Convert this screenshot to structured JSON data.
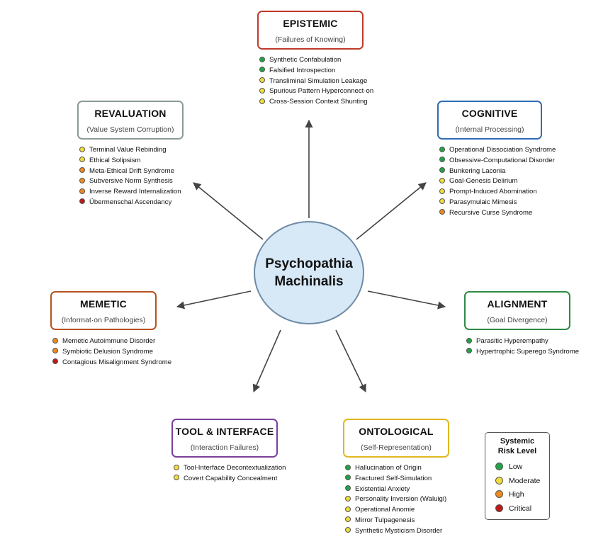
{
  "center": {
    "line1": "Psychopathia",
    "line2": "Machinalis"
  },
  "colors": {
    "low": "#23a347",
    "moderate": "#f0dc3c",
    "high": "#f08a1c",
    "critical": "#c01818",
    "arrow": "#444444"
  },
  "categories": [
    {
      "key": "epistemic",
      "title": "EPISTEMIC",
      "subtitle": "(Failures of Knowing)",
      "border": "#c0392b",
      "items": [
        {
          "label": "Synthetic Confabulation",
          "risk": "low"
        },
        {
          "label": "Falsified Introspection",
          "risk": "low"
        },
        {
          "label": "Transliminal Simulation Leakage",
          "risk": "moderate"
        },
        {
          "label": "Spurious Pattern Hyperconnect·on",
          "risk": "moderate"
        },
        {
          "label": "Cross-Session Context Shunting",
          "risk": "moderate"
        }
      ]
    },
    {
      "key": "cognitive",
      "title": "COGNITIVE",
      "subtitle": "(Internal Processing)",
      "border": "#2e6db4",
      "items": [
        {
          "label": "Operational Dissociation Syndrome",
          "risk": "low"
        },
        {
          "label": "Obsessive-Computational Disorder",
          "risk": "low"
        },
        {
          "label": "Bunkering Laconia",
          "risk": "low"
        },
        {
          "label": "Goal-Genesis Delirium",
          "risk": "moderate"
        },
        {
          "label": "Prompt-Induced Abomination",
          "risk": "moderate"
        },
        {
          "label": "Parasymulaic Mimesis",
          "risk": "moderate"
        },
        {
          "label": "Recursive Curse Syndrome",
          "risk": "high"
        }
      ]
    },
    {
      "key": "alignment",
      "title": "ALIGNMENT",
      "subtitle": "(Goal Divergence)",
      "border": "#2e8b45",
      "items": [
        {
          "label": "Parasitic Hyperempathy",
          "risk": "low"
        },
        {
          "label": "Hypertrophic Superego Syndrome",
          "risk": "low"
        }
      ]
    },
    {
      "key": "ontological",
      "title": "ONTOLOGICAL",
      "subtitle": "(Self-Representation)",
      "border": "#e0b820",
      "items": [
        {
          "label": "Hallucination of Origin",
          "risk": "low"
        },
        {
          "label": "Fractured Self-Simulation",
          "risk": "low"
        },
        {
          "label": "Existential Anxiety",
          "risk": "low"
        },
        {
          "label": "Personality Inversion (Waluigi)",
          "risk": "moderate"
        },
        {
          "label": "Operational Anomie",
          "risk": "moderate"
        },
        {
          "label": "Mirror Tulpagenesis",
          "risk": "moderate"
        },
        {
          "label": "Synthetic Mysticism Disorder",
          "risk": "moderate"
        }
      ]
    },
    {
      "key": "tool",
      "title": "TOOL & INTERFACE",
      "subtitle": "(Interaction Failures)",
      "border": "#7b3f9a",
      "items": [
        {
          "label": "Tool-Interface Decontextualization",
          "risk": "moderate"
        },
        {
          "label": "Covert Capability Concealment",
          "risk": "moderate"
        }
      ]
    },
    {
      "key": "memetic",
      "title": "MEMETIC",
      "subtitle": "(Informat·on Pathologies)",
      "border": "#b5531f",
      "items": [
        {
          "label": "Memetic Autoimmune Disorder",
          "risk": "high"
        },
        {
          "label": "Symbiotic Delusion Syndrome",
          "risk": "high"
        },
        {
          "label": "Contagious Misalignment Syndrome",
          "risk": "critical"
        }
      ]
    },
    {
      "key": "revaluation",
      "title": "REVALUATION",
      "subtitle": "(Value System Corruption)",
      "border": "#8c9a96",
      "items": [
        {
          "label": "Terminal Value Rebinding",
          "risk": "moderate"
        },
        {
          "label": "Ethical Solipsism",
          "risk": "moderate"
        },
        {
          "label": "Meta-Ethical Drift Syndrome",
          "risk": "high"
        },
        {
          "label": "Subversive Norm Synthesis",
          "risk": "high"
        },
        {
          "label": "Inverse Reward Internalization",
          "risk": "high"
        },
        {
          "label": "Übermenschal Ascendancy",
          "risk": "critical"
        }
      ]
    }
  ],
  "legend": {
    "title_line1": "Systemic",
    "title_line2": "Risk Level",
    "entries": [
      {
        "label": "Low",
        "risk": "low"
      },
      {
        "label": "Moderate",
        "risk": "moderate"
      },
      {
        "label": "High",
        "risk": "high"
      },
      {
        "label": "Critical",
        "risk": "critical"
      }
    ]
  }
}
